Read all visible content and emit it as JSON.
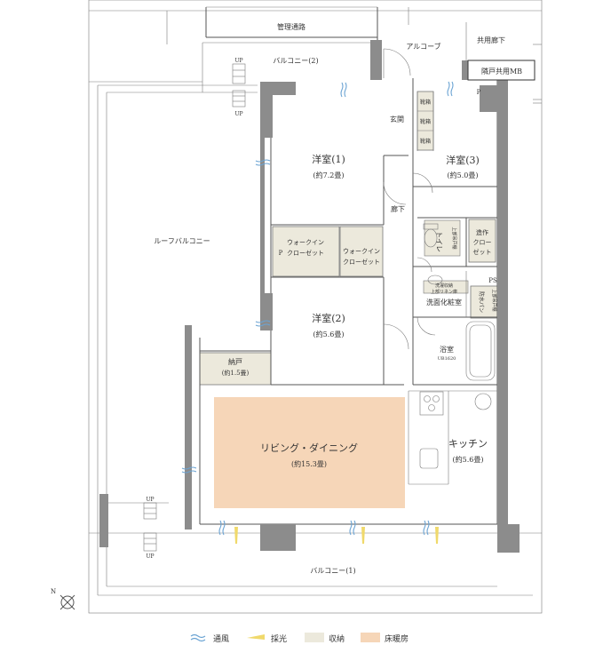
{
  "labels": {
    "management_passage": "管理通路",
    "alcove": "アルコーブ",
    "shared_hallway": "共用廊下",
    "mb": "隣戸共用MB",
    "balcony2": "バルコニー(2)",
    "roof_balcony": "ルーフバルコニー",
    "entrance": "玄関",
    "corridor": "廊下",
    "balcony1": "バルコニー(1)",
    "up": "UP",
    "p": "P",
    "ps": "PS"
  },
  "rooms": [
    {
      "name": "洋室(1)",
      "size": "(約7.2畳)"
    },
    {
      "name": "洋室(2)",
      "size": "(約5.6畳)"
    },
    {
      "name": "洋室(3)",
      "size": "(約5.0畳)"
    },
    {
      "name": "リビング・ダイニング",
      "size": "(約15.3畳)"
    },
    {
      "name": "キッチン",
      "size": "(約5.6畳)"
    },
    {
      "name": "納戸",
      "size": "(約1.5畳)"
    }
  ],
  "storage": {
    "wic1": [
      "ウォークイン",
      "クローゼット"
    ],
    "wic2": [
      "ウォークイン",
      "クローゼット"
    ],
    "zosaku": [
      "造作",
      "クロー",
      "ゼット"
    ],
    "shoe": "靴箱",
    "upper_shelf": "上部吊戸棚",
    "linen": "洗濯収納",
    "linen2": "上部リネン庫"
  },
  "bath": {
    "toilet": "トイレ",
    "washroom": "洗面化粧室",
    "bathroom": "浴室",
    "bath_size": "UB1620",
    "pan": "防水パン"
  },
  "legend": [
    {
      "label": "通風",
      "color": "#6aa3d3"
    },
    {
      "label": "採光",
      "color": "#f0d96b"
    },
    {
      "label": "収納",
      "color": "#ece9dc"
    },
    {
      "label": "床暖房",
      "color": "#f6d6b8"
    }
  ],
  "colors": {
    "storage": "#ece9dc",
    "floor_heating": "#f6d6b8",
    "wall": "#8c8c8c"
  }
}
